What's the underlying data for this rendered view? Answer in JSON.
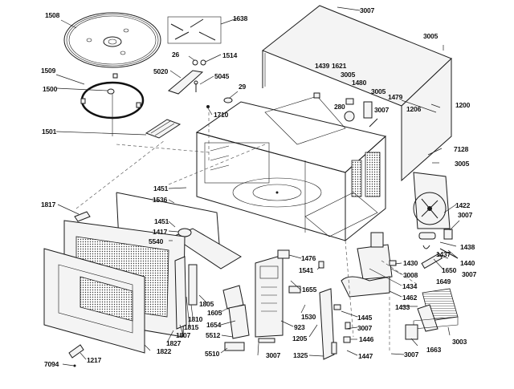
{
  "diagram": {
    "title": "Microwave oven exploded parts diagram",
    "parts": {
      "turntable_tray": "1508",
      "roller_ring": "1509",
      "coupler": "1500",
      "waveguide_cover": "1501",
      "hardware_kit": "1638",
      "p26": "26",
      "p1514": "1514",
      "p5020": "5020",
      "p5045": "5045",
      "p29": "29",
      "p1710": "1710",
      "outer_case": "1200",
      "p3007_top": "3007",
      "p3005_top": "3005",
      "p1439": "1439",
      "p1621": "1621",
      "p3005_a": "3005",
      "p1480": "1480",
      "p3005_b": "3005",
      "p1479": "1479",
      "p280": "280",
      "p3007_b": "3007",
      "p1206": "1206",
      "p7128": "7128",
      "p3005_c": "3005",
      "fan_assembly": "1422",
      "p3007_c": "3007",
      "p1438": "1438",
      "p1437": "1437",
      "p1440": "1440",
      "p1650": "1650",
      "p3007_d": "3007",
      "p1649": "1649",
      "p1430": "1430",
      "p3008": "3008",
      "magnetron": "1434",
      "p1462": "1462",
      "transformer": "1433",
      "p3003": "3003",
      "p1663": "1663",
      "p3007_e": "3007",
      "p1447": "1447",
      "p1446": "1446",
      "p3007_f": "3007",
      "p1445": "1445",
      "p1205": "1205",
      "p1325": "1325",
      "p923": "923",
      "p1530": "1530",
      "p1655": "1655",
      "p1541": "1541",
      "p1476": "1476",
      "p3007_g": "3007",
      "p5510": "5510",
      "p5512": "5512",
      "p1654": "1654",
      "p1605": "1605",
      "p1805": "1805",
      "p1810": "1810",
      "p1815": "1815",
      "p1807": "1807",
      "p1827": "1827",
      "door": "1822",
      "p1217": "1217",
      "p7094": "7094",
      "p1817": "1817",
      "p1451_a": "1451",
      "p1536": "1536",
      "p1451_b": "1451",
      "p1417": "1417",
      "p5540": "5540"
    }
  }
}
